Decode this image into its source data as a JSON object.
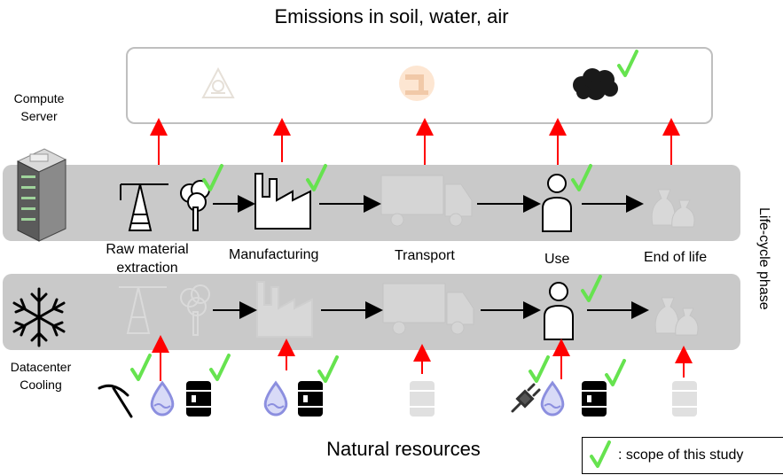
{
  "title_top": "Emissions in soil, water, air",
  "title_bottom": "Natural resources",
  "side_labels": {
    "compute_server": "Compute Server",
    "datacenter_cooling": "Datacenter Cooling",
    "lifecycle_phase": "Life-cycle phase"
  },
  "phases": {
    "raw_material": "Raw material extraction",
    "manufacturing": "Manufacturing",
    "transport": "Transport",
    "use": "Use",
    "end_of_life": "End of life"
  },
  "legend": {
    "text": ": scope of this study"
  },
  "colors": {
    "band": "#c9c9c9",
    "check": "#66e34f",
    "arrow_red": "#ff0000",
    "faded": "#e0e0e0"
  }
}
